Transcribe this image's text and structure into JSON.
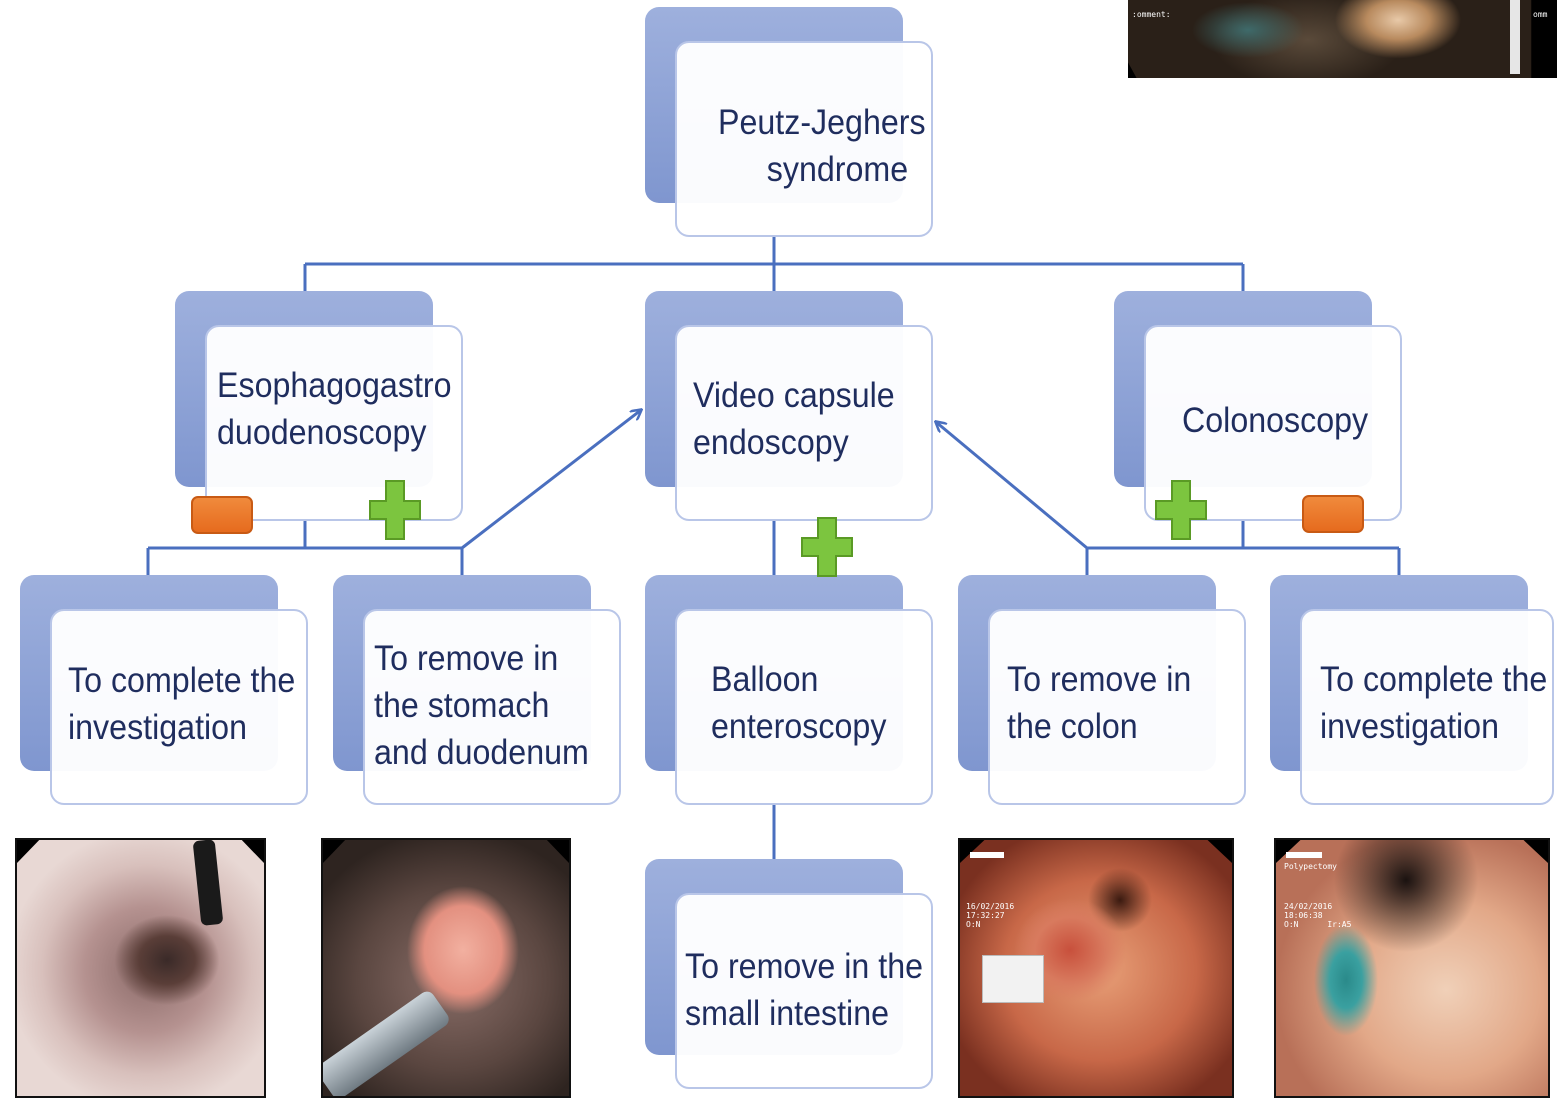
{
  "diagram": {
    "root": {
      "line1": "Peutz-Jeghers",
      "line2": "syndrome"
    },
    "level2": {
      "egd": {
        "line1": "Esophagogastro",
        "line2": "duodenoscopy"
      },
      "vce": {
        "line1": "Video capsule",
        "line2": "endoscopy"
      },
      "colonoscopy": {
        "line1": "Colonoscopy"
      }
    },
    "level3": {
      "egd_complete": {
        "line1": "To complete the",
        "line2": "investigation"
      },
      "egd_remove": {
        "line1": "To remove in",
        "line2": "the stomach",
        "line3": "and duodenum"
      },
      "balloon": {
        "line1": "Balloon",
        "line2": "enteroscopy"
      },
      "colon_remove": {
        "line1": "To remove in",
        "line2": "the colon"
      },
      "colon_complete": {
        "line1": "To complete the",
        "line2": "investigation"
      }
    },
    "level4": {
      "small_intestine": {
        "line1": "To remove in the",
        "line2": "small intestine"
      }
    },
    "badges": {
      "egd_negative": "minus",
      "egd_positive": "plus",
      "vce_positive": "plus",
      "colon_positive": "plus",
      "colon_negative": "minus"
    }
  },
  "photos": {
    "top_right": {
      "overlay": ":omment:",
      "overlay_right": "omm"
    },
    "colon_polyp": {
      "overlay": "16/02/2016\n17:32:27\nO:N"
    },
    "colon_polypectomy": {
      "overlay": "Polypectomy",
      "overlay2": "24/02/2016\n18:06:38\nO:N      Ir:A5"
    }
  },
  "colors": {
    "connector": "#4a6fbf",
    "box_back": "#8ea3d6",
    "text": "#1f2d5e",
    "plus_green": "#7cc53f",
    "minus_orange": "#e97a2b"
  }
}
